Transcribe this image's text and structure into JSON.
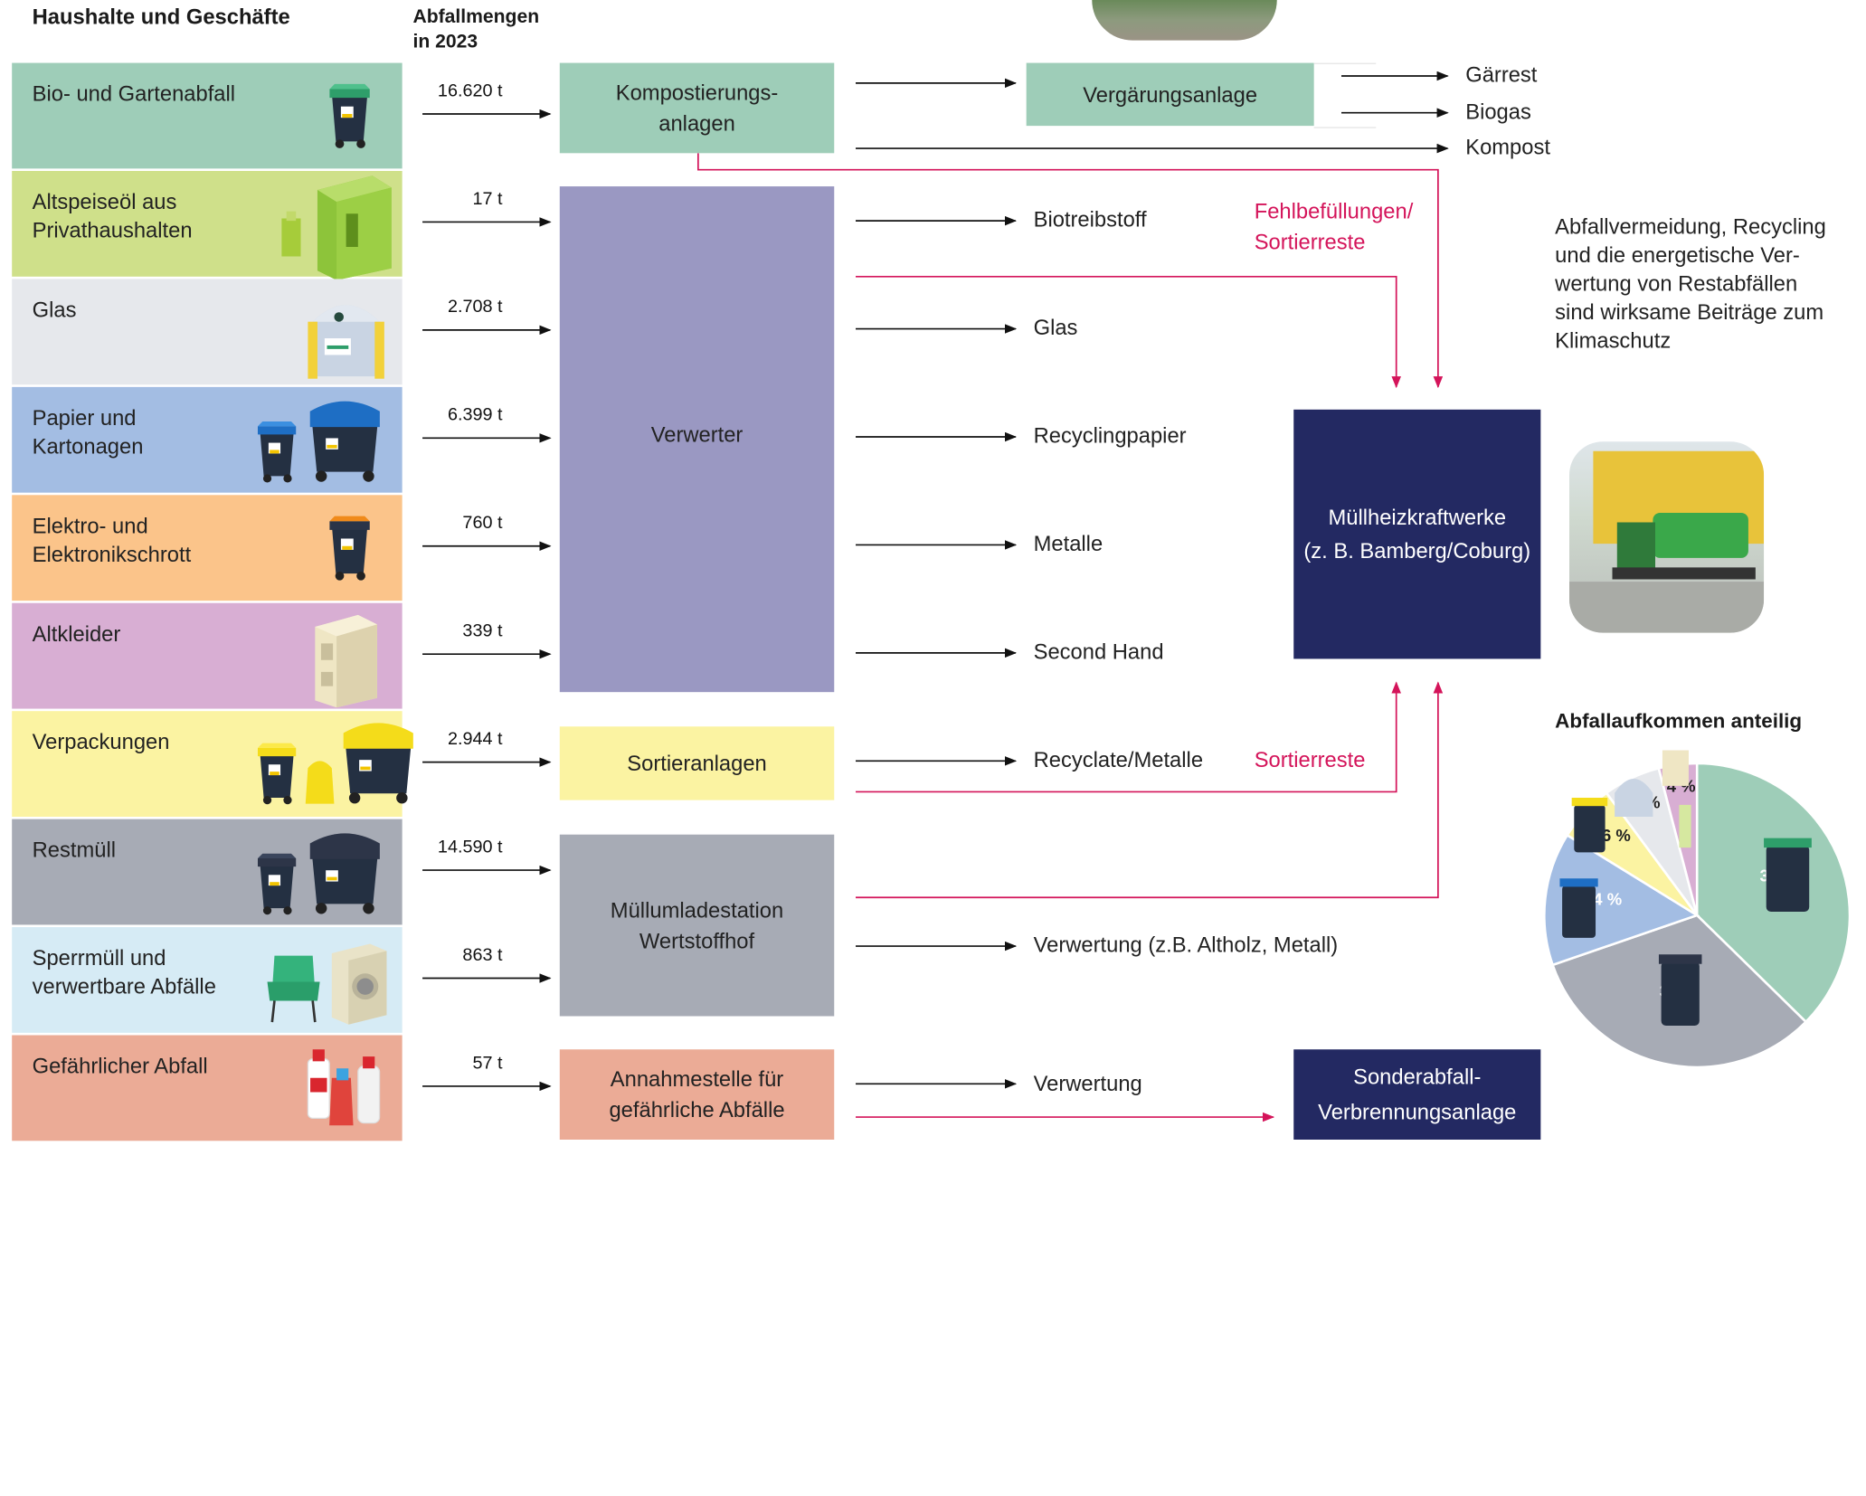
{
  "headers": {
    "categories": "Haushalte und Geschäfte",
    "amounts": "Abfallmengen\nin 2023"
  },
  "categories": [
    {
      "label": "Bio- und Gartenabfall",
      "amount": "16.620 t",
      "color": "#9ecdb8",
      "icon": "green-bin-icon"
    },
    {
      "label": "Altspeiseöl aus\nPrivathaushalten",
      "amount": "17 t",
      "color": "#cfe08a",
      "icon": "oil-container-icon"
    },
    {
      "label": "Glas",
      "amount": "2.708 t",
      "color": "#e6e8ec",
      "icon": "glass-container-icon"
    },
    {
      "label": "Papier und\nKartonagen",
      "amount": "6.399 t",
      "color": "#a3bde3",
      "icon": "blue-bin-icon"
    },
    {
      "label": "Elektro- und\nElektronikschrott",
      "amount": "760 t",
      "color": "#fbc48a",
      "icon": "electronics-bin-icon"
    },
    {
      "label": "Altkleider",
      "amount": "339 t",
      "color": "#d8aed3",
      "icon": "clothes-container-icon"
    },
    {
      "label": "Verpackungen",
      "amount": "2.944 t",
      "color": "#fbf3a2",
      "icon": "yellow-bin-icon"
    },
    {
      "label": "Restmüll",
      "amount": "14.590 t",
      "color": "#a7abb5",
      "icon": "grey-bin-icon"
    },
    {
      "label": "Sperrmüll und\nverwertbare Abfälle",
      "amount": "863 t",
      "color": "#d6ebf5",
      "icon": "furniture-icon"
    },
    {
      "label": "Gefährlicher Abfall",
      "amount": "57 t",
      "color": "#ebab96",
      "icon": "chemicals-icon"
    }
  ],
  "facilities": {
    "kompost": "Kompostierungs-\nanlagen",
    "vergaerung": "Vergärungsanlage",
    "verwerter": "Verwerter",
    "sortier": "Sortieranlagen",
    "umlade": "Müllumladestation\nWertstoffhof",
    "annahme": "Annahmestelle für\ngefährliche Abfälle",
    "muellheiz": "Müllheizkraftwerke\n(z. B. Bamberg/Coburg)",
    "sonder": "Sonderabfall-\nVerbrennungsanlage"
  },
  "outputs": {
    "gaerrest": "Gärrest",
    "biogas": "Biogas",
    "kompost": "Kompost",
    "biotreibstoff": "Biotreibstoff",
    "glas": "Glas",
    "recyclingpapier": "Recyclingpapier",
    "metalle": "Metalle",
    "secondhand": "Second Hand",
    "recyclate": "Recyclate/Metalle",
    "verwertung_holz": "Verwertung (z.B. Altholz, Metall)",
    "verwertung": "Verwertung"
  },
  "residues": {
    "fehl": "Fehlbefüllungen/\nSortierreste",
    "sortier": "Sortierreste"
  },
  "note": "Abfallvermeidung, Recycling\nund die energetische Ver-\nwertung von Restabfällen\nsind wirksame Beiträge zum\nKlimaschutz",
  "colors": {
    "arrow": "#111111",
    "residue": "#d4145a",
    "kompost_box": "#9ecdb8",
    "verwerter_box": "#9a98c2",
    "sortier_box": "#fbf3a2",
    "umlade_box": "#a7abb5",
    "annahme_box": "#ebab96",
    "plant_box": "#232962"
  },
  "chart_data": {
    "type": "pie",
    "title": "Abfallaufkommen anteilig",
    "labels": [
      "37 %",
      "32 %",
      "14 %",
      "6 %",
      "6 %",
      "4 %"
    ],
    "values": [
      37,
      32,
      14,
      6,
      6,
      4
    ],
    "colors": [
      "#9ecdb8",
      "#a7abb5",
      "#a3bde3",
      "#fbf3a2",
      "#e6e8ec",
      "#d8aed3"
    ],
    "icons": [
      "green-bin-icon",
      "grey-bin-icon",
      "blue-bin-icon",
      "yellow-bin-icon",
      "glass-container-icon",
      "clothes-container-icon"
    ]
  }
}
